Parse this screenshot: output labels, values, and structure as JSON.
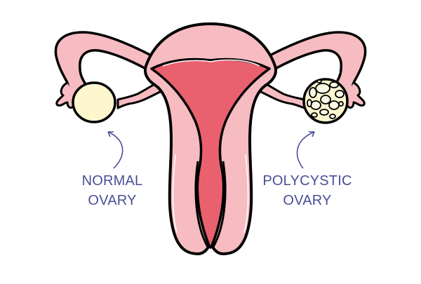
{
  "diagram": {
    "subject": "uterus with ovaries",
    "colors": {
      "outline": "#000000",
      "tissue_pink": "#f6bcc2",
      "cavity_red": "#e9616f",
      "ovary_cream": "#fdf6cf",
      "cyst_fill": "#fbf8e6",
      "label_blue": "#4a4f96",
      "background": "#ffffff"
    },
    "labels": {
      "left": {
        "line1": "NORMAL",
        "line2": "OVARY"
      },
      "right": {
        "line1": "POLYCYSTIC",
        "line2": "OVARY"
      }
    },
    "arrows": {
      "left": "arrow-pointing-up-to-normal-ovary",
      "right": "arrow-pointing-up-to-polycystic-ovary"
    }
  }
}
